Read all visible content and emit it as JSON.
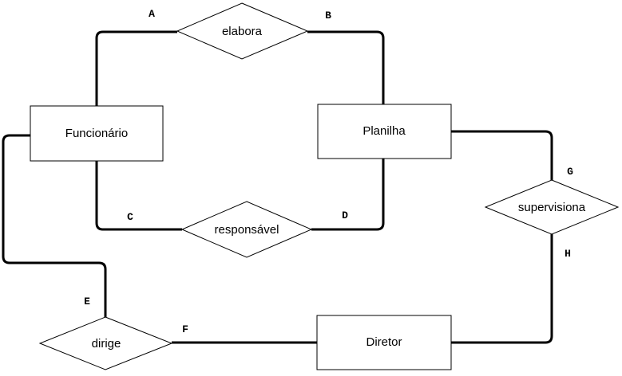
{
  "entities": {
    "funcionario": "Funcionário",
    "planilha": "Planilha",
    "diretor": "Diretor"
  },
  "relationships": {
    "elabora": "elabora",
    "responsavel": "responsável",
    "supervisiona": "supervisiona",
    "dirige": "dirige"
  },
  "cardinality_labels": {
    "a": "A",
    "b": "B",
    "c": "C",
    "d": "D",
    "e": "E",
    "f": "F",
    "g": "G",
    "h": "H"
  }
}
